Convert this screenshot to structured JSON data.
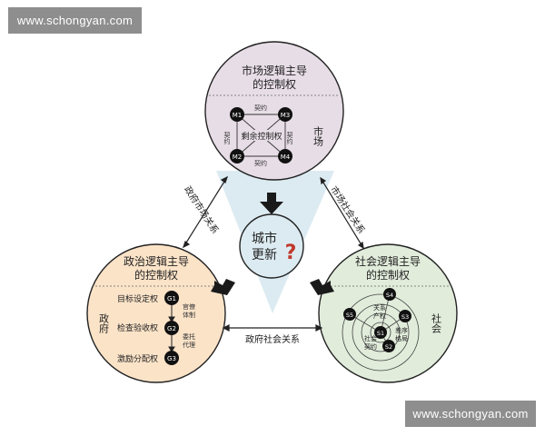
{
  "watermarks": {
    "top": "www.schongyan.com",
    "bottom": "www.schongyan.com"
  },
  "center": {
    "line1": "城市",
    "line2": "更新",
    "mark": "?"
  },
  "market": {
    "title_line1": "市场逻辑主导",
    "title_line2": "的控制权",
    "side_label": "市场",
    "nodes": [
      "M1",
      "M3",
      "M2",
      "M4"
    ],
    "edge_top": "契约",
    "edge_bottom": "契约",
    "edge_left": "契约",
    "edge_right": "契约",
    "core": "剩余控制权"
  },
  "government": {
    "title_line1": "政治逻辑主导",
    "title_line2": "的控制权",
    "side_label": "政府",
    "steps": [
      {
        "label": "目标设定权",
        "node": "G1"
      },
      {
        "label": "检查验收权",
        "node": "G2"
      },
      {
        "label": "激励分配权",
        "node": "G3"
      }
    ],
    "note1": "官僚体制",
    "note2": "委托代理"
  },
  "society": {
    "title_line1": "社会逻辑主导",
    "title_line2": "的控制权",
    "side_label": "社会",
    "nodes": [
      "S1",
      "S2",
      "S3",
      "S4",
      "S5"
    ],
    "label_relation": "关系产权",
    "label_contract": "社会契约",
    "label_pattern": "差序格局"
  },
  "relations": {
    "gov_market": "政府市场关系",
    "market_society": "市场社会关系",
    "gov_society": "政府社会关系"
  },
  "colors": {
    "market_fill": "#e7dde6",
    "government_fill": "#fbe3c8",
    "society_fill": "#e1ecdb",
    "center_fill": "#dcebf1",
    "node_fill": "#111111",
    "question_mark": "#c0392b"
  }
}
